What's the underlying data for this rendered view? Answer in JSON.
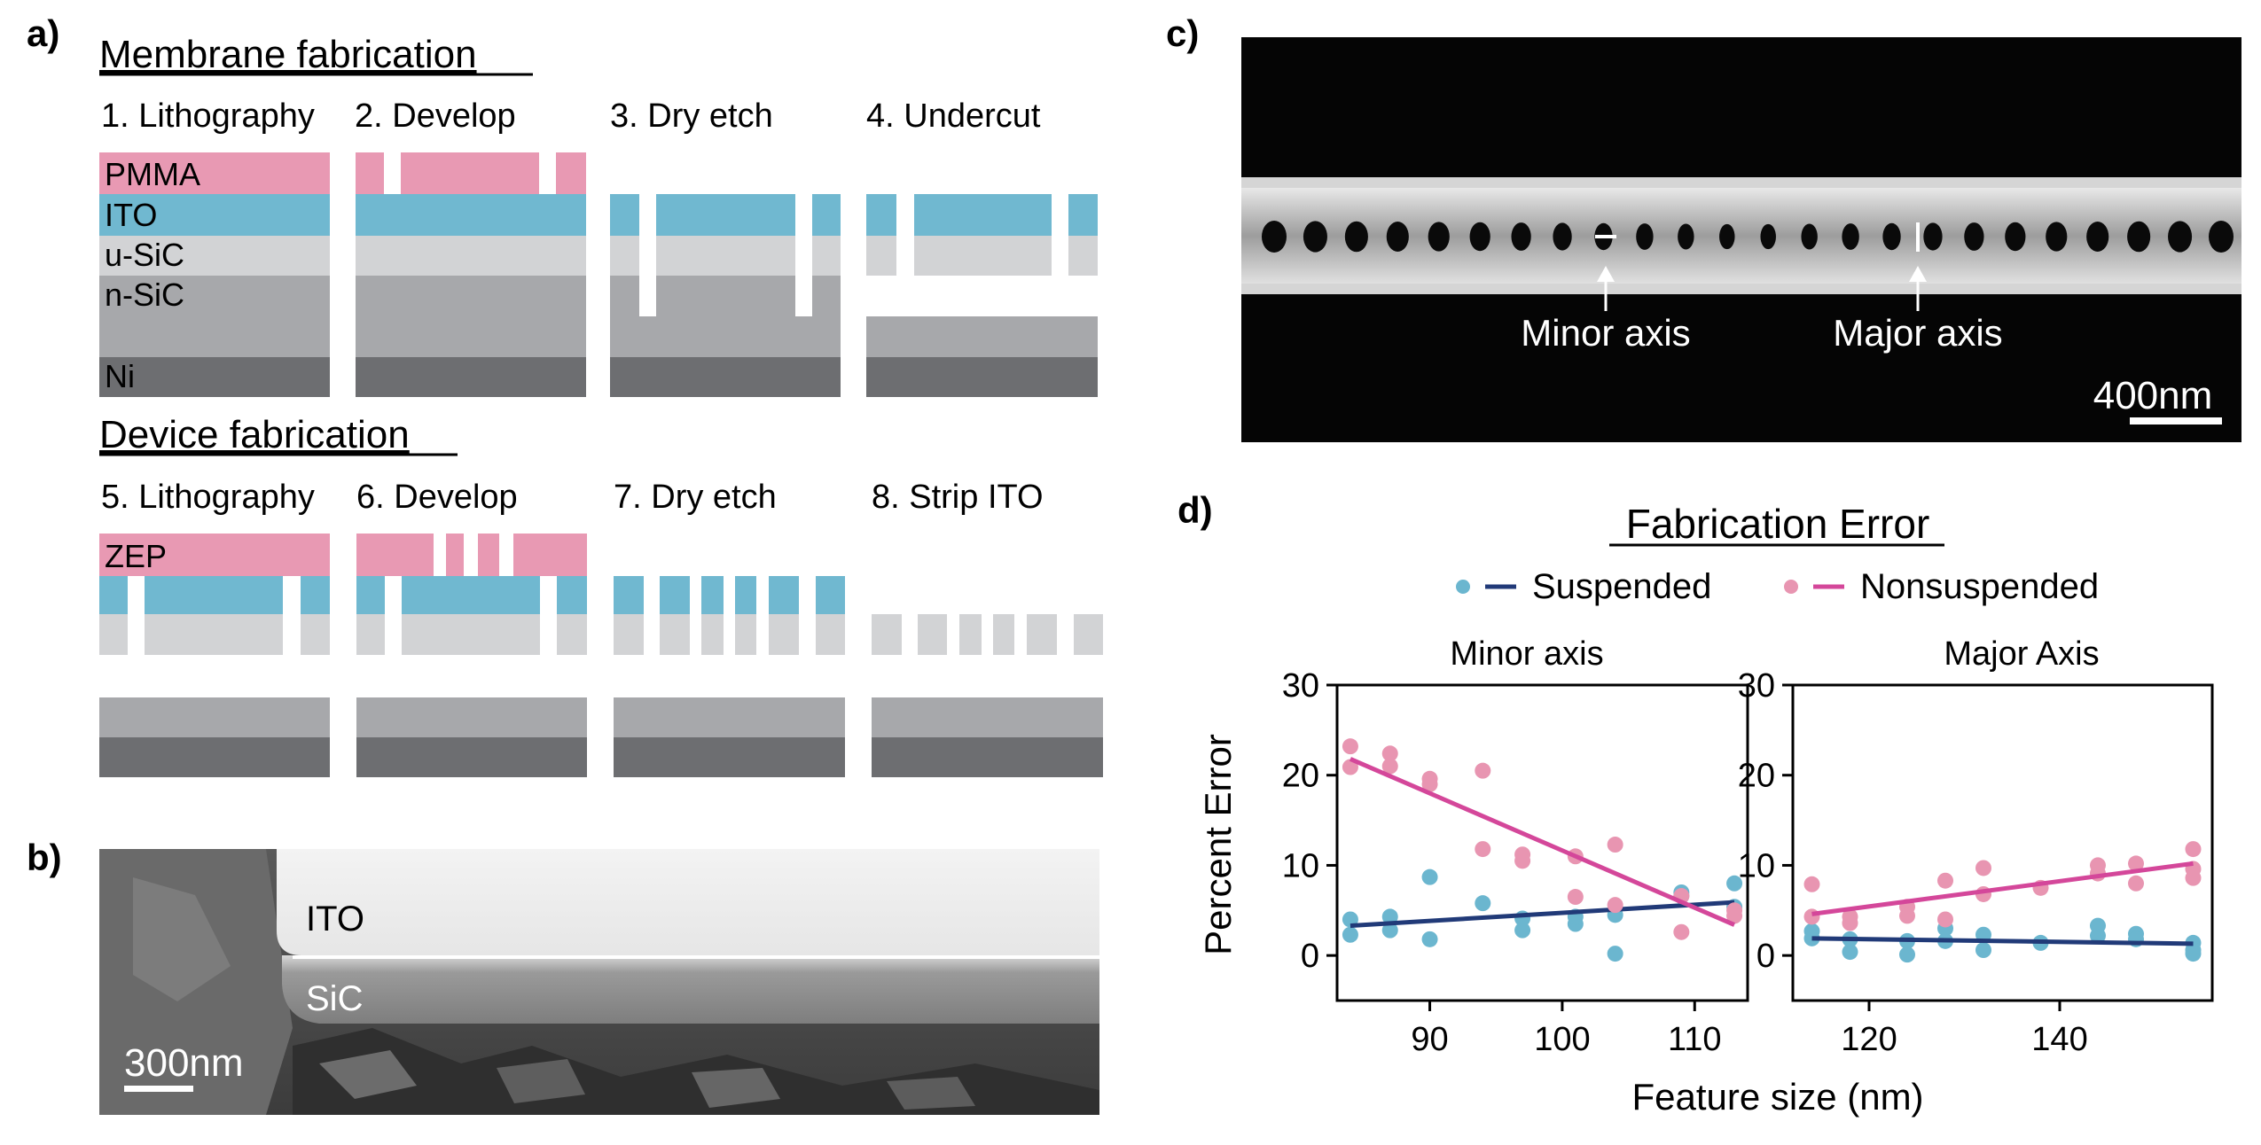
{
  "panels": {
    "a": {
      "label": "a)",
      "membrane_title": "Membrane fabrication",
      "membrane_steps": [
        "1. Lithography",
        "2. Develop",
        "3. Dry etch",
        "4. Undercut"
      ],
      "layer_labels": [
        "PMMA",
        "ITO",
        "u-SiC",
        "n-SiC",
        "Ni"
      ],
      "device_title": "Device fabrication",
      "device_steps": [
        "5. Lithography",
        "6. Develop",
        "7. Dry etch",
        "8. Strip ITO"
      ],
      "device_resist_label": "ZEP"
    },
    "b": {
      "label": "b)",
      "ito_label": "ITO",
      "sic_label": "SiC",
      "scale_label": "300nm"
    },
    "c": {
      "label": "c)",
      "minor_label": "Minor axis",
      "major_label": "Major axis",
      "scale_label": "400nm"
    },
    "d": {
      "label": "d)",
      "title": "Fabrication Error",
      "ylabel": "Percent Error",
      "xlabel": "Feature size (nm)"
    }
  },
  "colors": {
    "pink": "#e899b3",
    "blue": "#70b8d0",
    "light_gray": "#d2d3d5",
    "mid_gray": "#a7a8ab",
    "dark_gray": "#6d6e71",
    "suspended": "#6bb6cf",
    "suspended_line": "#213a78",
    "nonsuspended": "#e895b1",
    "nonsuspended_line": "#d4479a"
  },
  "chart_data": [
    {
      "type": "scatter",
      "title": "Minor axis",
      "xlabel": "",
      "ylabel": "Percent Error",
      "xlim": [
        83,
        114
      ],
      "ylim": [
        -5,
        30
      ],
      "xticks": [
        90,
        100,
        110
      ],
      "yticks": [
        0,
        10,
        20,
        30
      ],
      "legend": "top-center",
      "series": [
        {
          "name": "Suspended",
          "points": [
            [
              84,
              4
            ],
            [
              84,
              2.3
            ],
            [
              87,
              4.3
            ],
            [
              87,
              2.8
            ],
            [
              90,
              8.7
            ],
            [
              90,
              1.8
            ],
            [
              94,
              5.8
            ],
            [
              97,
              2.8
            ],
            [
              97,
              4.1
            ],
            [
              101,
              3.5
            ],
            [
              101,
              4.3
            ],
            [
              104,
              4.5
            ],
            [
              104,
              0.2
            ],
            [
              109,
              6.6
            ],
            [
              109,
              7
            ],
            [
              113,
              8
            ],
            [
              113,
              5.4
            ]
          ],
          "fit": [
            [
              84,
              3.3
            ],
            [
              113,
              5.9
            ]
          ]
        },
        {
          "name": "Nonsuspended",
          "points": [
            [
              84,
              23.2
            ],
            [
              84,
              20.9
            ],
            [
              87,
              22.4
            ],
            [
              87,
              21
            ],
            [
              90,
              19.6
            ],
            [
              90,
              19
            ],
            [
              94,
              20.5
            ],
            [
              94,
              11.8
            ],
            [
              97,
              11.2
            ],
            [
              97,
              10.5
            ],
            [
              101,
              11
            ],
            [
              101,
              6.5
            ],
            [
              104,
              12.3
            ],
            [
              104,
              5.6
            ],
            [
              109,
              2.6
            ],
            [
              109,
              6.6
            ],
            [
              113,
              5
            ],
            [
              113,
              4.4
            ]
          ],
          "fit": [
            [
              84,
              21.8
            ],
            [
              113,
              3.4
            ]
          ]
        }
      ]
    },
    {
      "type": "scatter",
      "title": "Major Axis",
      "xlabel": "",
      "ylabel": "",
      "xlim": [
        112,
        156
      ],
      "ylim": [
        -5,
        30
      ],
      "xticks": [
        120,
        140
      ],
      "yticks": [
        0,
        10,
        20,
        30
      ],
      "series": [
        {
          "name": "Suspended",
          "points": [
            [
              114,
              2.7
            ],
            [
              114,
              1.9
            ],
            [
              118,
              0.4
            ],
            [
              118,
              1.8
            ],
            [
              124,
              0.1
            ],
            [
              124,
              1.6
            ],
            [
              128,
              1.6
            ],
            [
              128,
              3
            ],
            [
              132,
              2.3
            ],
            [
              132,
              0.6
            ],
            [
              138,
              1.4
            ],
            [
              144,
              3.3
            ],
            [
              144,
              2.2
            ],
            [
              148,
              2.4
            ],
            [
              148,
              1.8
            ],
            [
              154,
              1.4
            ],
            [
              154,
              0.6
            ],
            [
              154,
              0.2
            ]
          ],
          "fit": [
            [
              114,
              1.9
            ],
            [
              154,
              1.3
            ]
          ]
        },
        {
          "name": "Nonsuspended",
          "points": [
            [
              114,
              7.9
            ],
            [
              114,
              4.3
            ],
            [
              118,
              4.3
            ],
            [
              118,
              3.6
            ],
            [
              124,
              5.4
            ],
            [
              124,
              4.4
            ],
            [
              128,
              8.3
            ],
            [
              128,
              4
            ],
            [
              132,
              9.7
            ],
            [
              132,
              6.8
            ],
            [
              138,
              7.5
            ],
            [
              144,
              10
            ],
            [
              144,
              9.1
            ],
            [
              148,
              10.2
            ],
            [
              148,
              8
            ],
            [
              154,
              11.8
            ],
            [
              154,
              9.6
            ],
            [
              154,
              8.6
            ]
          ],
          "fit": [
            [
              114,
              4.6
            ],
            [
              154,
              10.2
            ]
          ]
        }
      ]
    }
  ]
}
